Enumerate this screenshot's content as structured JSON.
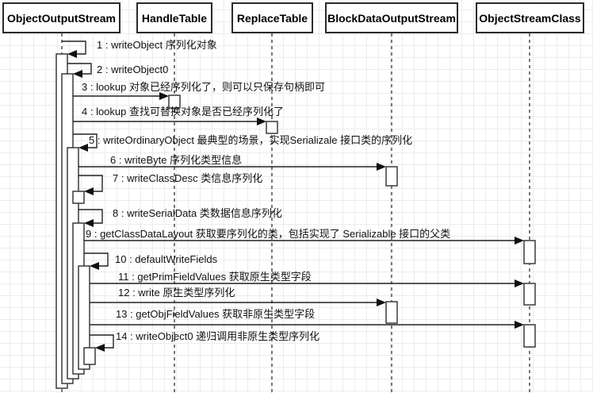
{
  "participants": [
    {
      "name": "ObjectOutputStream"
    },
    {
      "name": "HandleTable"
    },
    {
      "name": "ReplaceTable"
    },
    {
      "name": "BlockDataOutputStream"
    },
    {
      "name": "ObjectStreamClass"
    }
  ],
  "messages": [
    {
      "text": "1 : writeObject 序列化对象"
    },
    {
      "text": "2 : writeObject0"
    },
    {
      "text": "3 : lookup 对象已经序列化了，则可以只保存句柄即可"
    },
    {
      "text": "4 : lookup 查找可替换对象是否已经序列化了"
    },
    {
      "text": "5 : writeOrdinaryObject 最典型的场景，实现Serializale 接口类的序列化"
    },
    {
      "text": "6 : writeByte 序列化类型信息"
    },
    {
      "text": "7 : writeClassDesc 类信息序列化"
    },
    {
      "text": "8 : writeSerialData 类数据信息序列化"
    },
    {
      "text": "9 : getClassDataLayout 获取要序列化的类，包括实现了 Serializable 接口的父类"
    },
    {
      "text": "10 : defaultWriteFields"
    },
    {
      "text": "11 : getPrimFieldValues 获取原生类型字段"
    },
    {
      "text": "12 : write 原生类型序列化"
    },
    {
      "text": "13 : getObjFieldValues 获取非原生类型字段"
    },
    {
      "text": "14 : writeObject0 递归调用非原生类型序列化"
    }
  ],
  "colors": {
    "stroke": "#333333",
    "activation_fill": "#ffffff",
    "text": "#111111",
    "grid": "#ececec"
  }
}
